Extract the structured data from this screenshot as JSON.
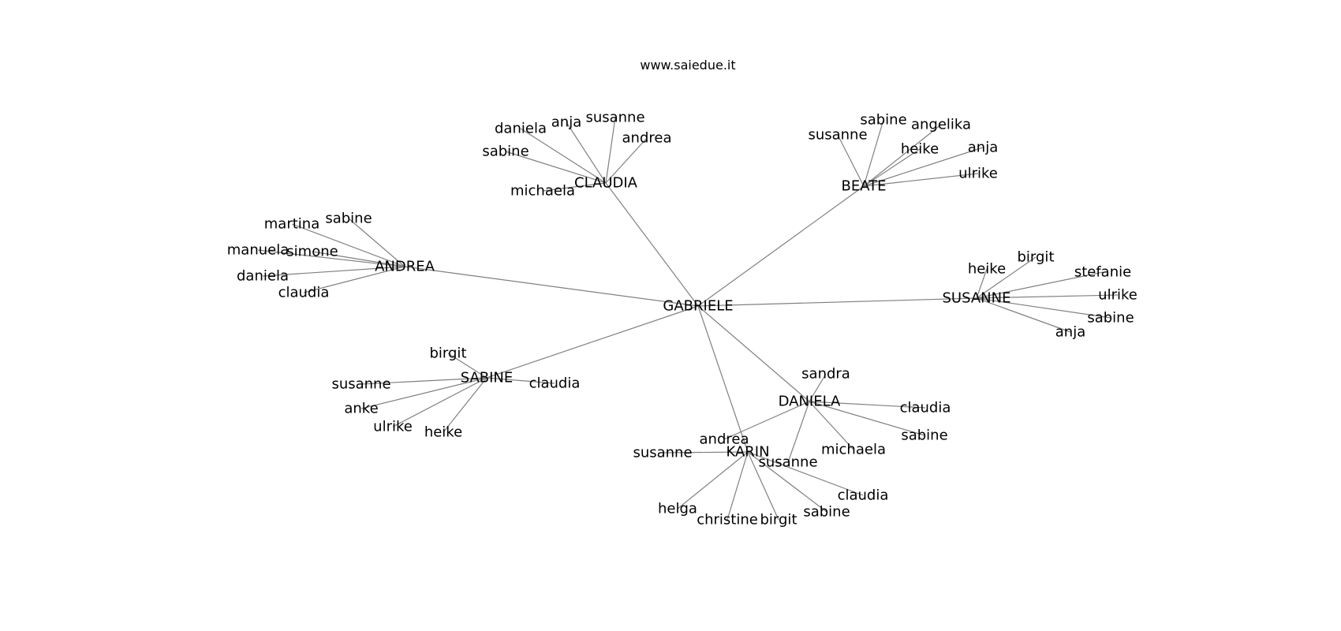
{
  "site": "www.saiedue.it",
  "graph": {
    "center": "GABRIELE",
    "hubs": [
      {
        "id": "CLAUDIA",
        "leaves": [
          "daniela",
          "anja",
          "susanne",
          "andrea",
          "sabine",
          "michaela"
        ]
      },
      {
        "id": "BEATE",
        "leaves": [
          "sabine",
          "angelika",
          "susanne",
          "heike",
          "anja",
          "ulrike"
        ]
      },
      {
        "id": "ANDREA",
        "leaves": [
          "sabine",
          "martina",
          "manuela",
          "simone",
          "daniela",
          "claudia"
        ]
      },
      {
        "id": "SUSANNE",
        "leaves": [
          "birgit",
          "heike",
          "stefanie",
          "ulrike",
          "sabine",
          "anja"
        ]
      },
      {
        "id": "SABINE",
        "leaves": [
          "birgit",
          "susanne",
          "claudia",
          "anke",
          "ulrike",
          "heike"
        ]
      },
      {
        "id": "DANIELA",
        "leaves": [
          "sandra",
          "claudia",
          "sabine",
          "michaela",
          "andrea",
          "susanne"
        ]
      },
      {
        "id": "KARIN",
        "leaves": [
          "susanne",
          "helga",
          "christine",
          "birgit",
          "sabine",
          "claudia"
        ]
      }
    ]
  }
}
